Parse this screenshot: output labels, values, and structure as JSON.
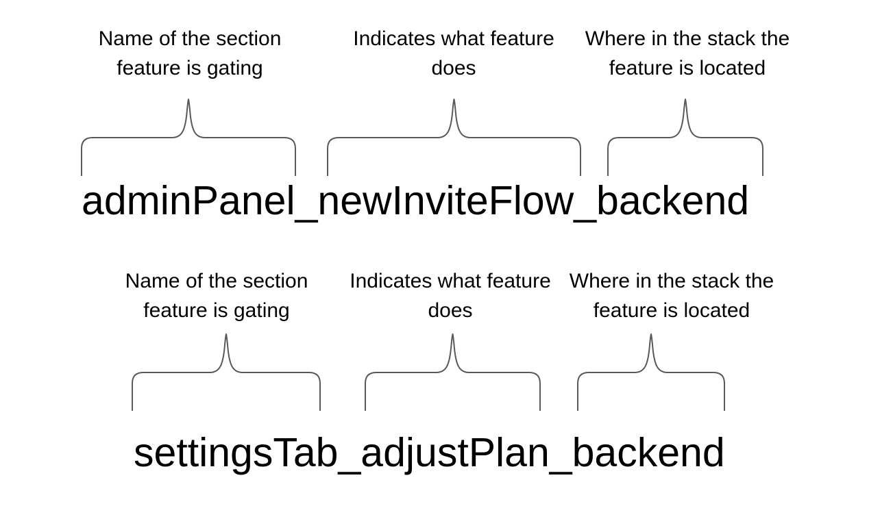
{
  "colors": {
    "background": "#ffffff",
    "text": "#000000",
    "brace": "#595959"
  },
  "figure": {
    "groups": [
      {
        "flag": "adminPanel_newInviteFlow_backend",
        "parts": [
          {
            "line1": "Name of the section",
            "line2": "feature is gating"
          },
          {
            "line1": "Indicates what feature",
            "line2": "does"
          },
          {
            "line1": "Where in the stack the",
            "line2": "feature is located"
          }
        ]
      },
      {
        "flag": "settingsTab_adjustPlan_backend",
        "parts": [
          {
            "line1": "Name of the section",
            "line2": "feature is gating"
          },
          {
            "line1": "Indicates what feature",
            "line2": "does"
          },
          {
            "line1": "Where in the stack the",
            "line2": "feature is located"
          }
        ]
      }
    ]
  }
}
